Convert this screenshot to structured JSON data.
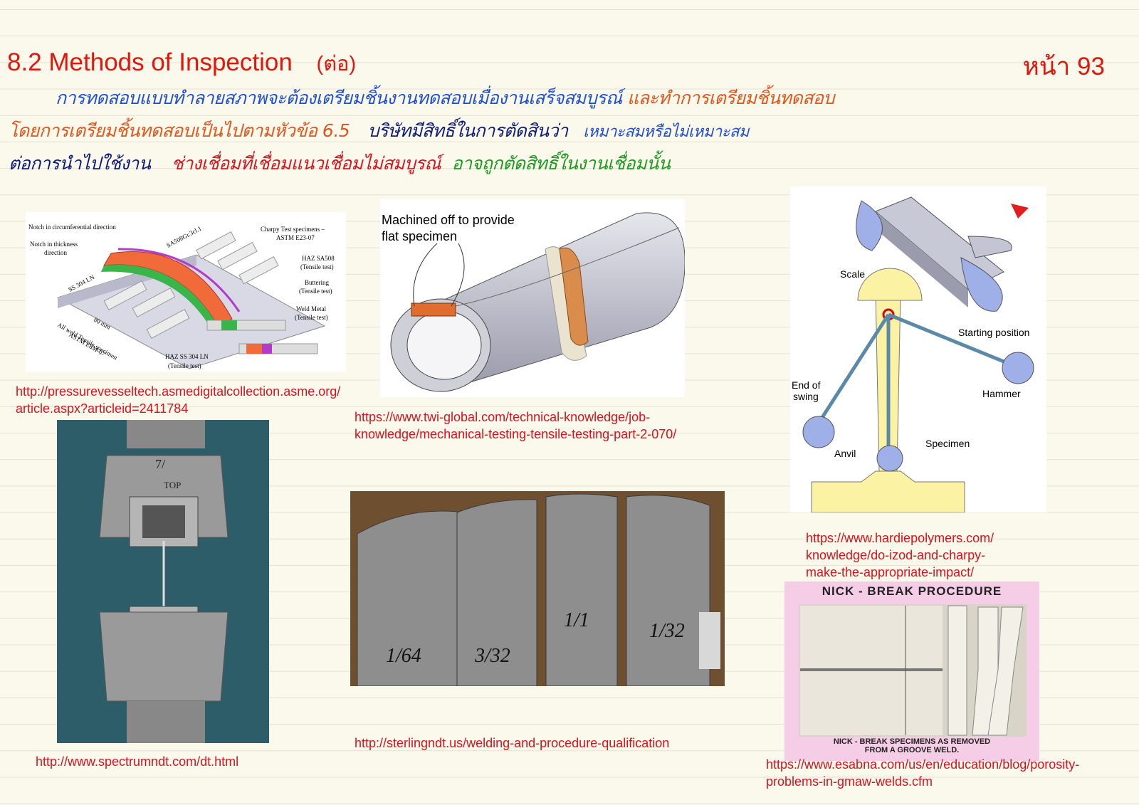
{
  "header": {
    "title": "8.2 Methods of Inspection",
    "title_note": "(ต่อ)",
    "page_number": "หน้า 93"
  },
  "paragraph": {
    "line1_blue": "การทดสอบแบบทำลายสภาพจะต้องเตรียมชิ้นงานทดสอบเมื่องานเสร็จสมบูรณ์",
    "line1_orange": "และทำการเตรียมชิ้นทดสอบ",
    "line2_orange": "โดยการเตรียมชิ้นทดสอบเป็นไปตามหัวข้อ 6.5",
    "line2_navy": "บริษัทมีสิทธิ์ในการตัดสินว่า",
    "line2_blue": "เหมาะสมหรือไม่เหมาะสม",
    "line3_navy": "ต่อการนำไปใช้งาน",
    "line3_red": "ช่างเชื่อมที่เชื่อมแนวเชื่อมไม่สมบูรณ์",
    "line3_green": "อาจถูกตัดสิทธิ์ในงานเชื่อมนั้น"
  },
  "figures": {
    "charpy_specimens": {
      "labels": {
        "notch_circ": "Notch in circumferential direction",
        "notch_thick_1": "Notch in thickness",
        "notch_thick_2": "direction",
        "sa508": "SA508Gr.3cl.1",
        "charpy_1": "Charpy Test specimens –",
        "charpy_2": "ASTM E23-07",
        "haz_sa508_1": "HAZ SA508",
        "haz_sa508_2": "(Tensile test)",
        "buttering_1": "Buttering",
        "buttering_2": "(Tensile test)",
        "weld_metal_1": "Weld Metal",
        "weld_metal_2": "(Tensile test)",
        "ss304": "SS 304 LN",
        "dim": "80 mm",
        "allweld_1": "All weld Tensile specimen",
        "allweld_2": "ASTM E8M-07",
        "haz_ss_1": "HAZ SS 304 LN",
        "haz_ss_2": "(Tensile test)"
      },
      "source": "http://pressurevesseltech.asmedigitalcollection.asme.org/\narticle.aspx?articleid=2411784"
    },
    "pipe_specimen": {
      "label_1": "Machined off to provide",
      "label_2": "flat specimen",
      "source": "https://www.twi-global.com/technical-knowledge/job-\nknowledge/mechanical-testing-tensile-testing-part-2-070/"
    },
    "charpy_pendulum": {
      "scale": "Scale",
      "starting_position": "Starting position",
      "end_of_swing_1": "End of",
      "end_of_swing_2": "swing",
      "hammer": "Hammer",
      "specimen": "Specimen",
      "anvil": "Anvil",
      "source": "https://www.hardiepolymers.com/\nknowledge/do-izod-and-charpy-\nmake-the-appropriate-impact/"
    },
    "tensile_machine": {
      "grip_mark_1": "7/",
      "grip_mark_2": "TOP",
      "source": "http://www.spectrumndt.com/dt.html"
    },
    "bend_specimens": {
      "marks": [
        "1/64",
        "3/32",
        "1/1",
        "1/32"
      ],
      "source": "http://sterlingndt.us/welding-and-procedure-qualification"
    },
    "nick_break": {
      "title": "NICK - BREAK PROCEDURE",
      "caption_1": "NICK - BREAK SPECIMENS AS REMOVED",
      "caption_2": "FROM A GROOVE WELD.",
      "source": "https://www.esabna.com/us/en/education/blog/porosity-\nproblems-in-gmaw-welds.cfm"
    }
  },
  "colors": {
    "title_red": "#e3160b",
    "hand_blue": "#1f4fd1",
    "hand_orange": "#e0561c",
    "hand_navy": "#0c1c78",
    "hand_red": "#d6131e",
    "hand_green": "#1c9a20"
  }
}
